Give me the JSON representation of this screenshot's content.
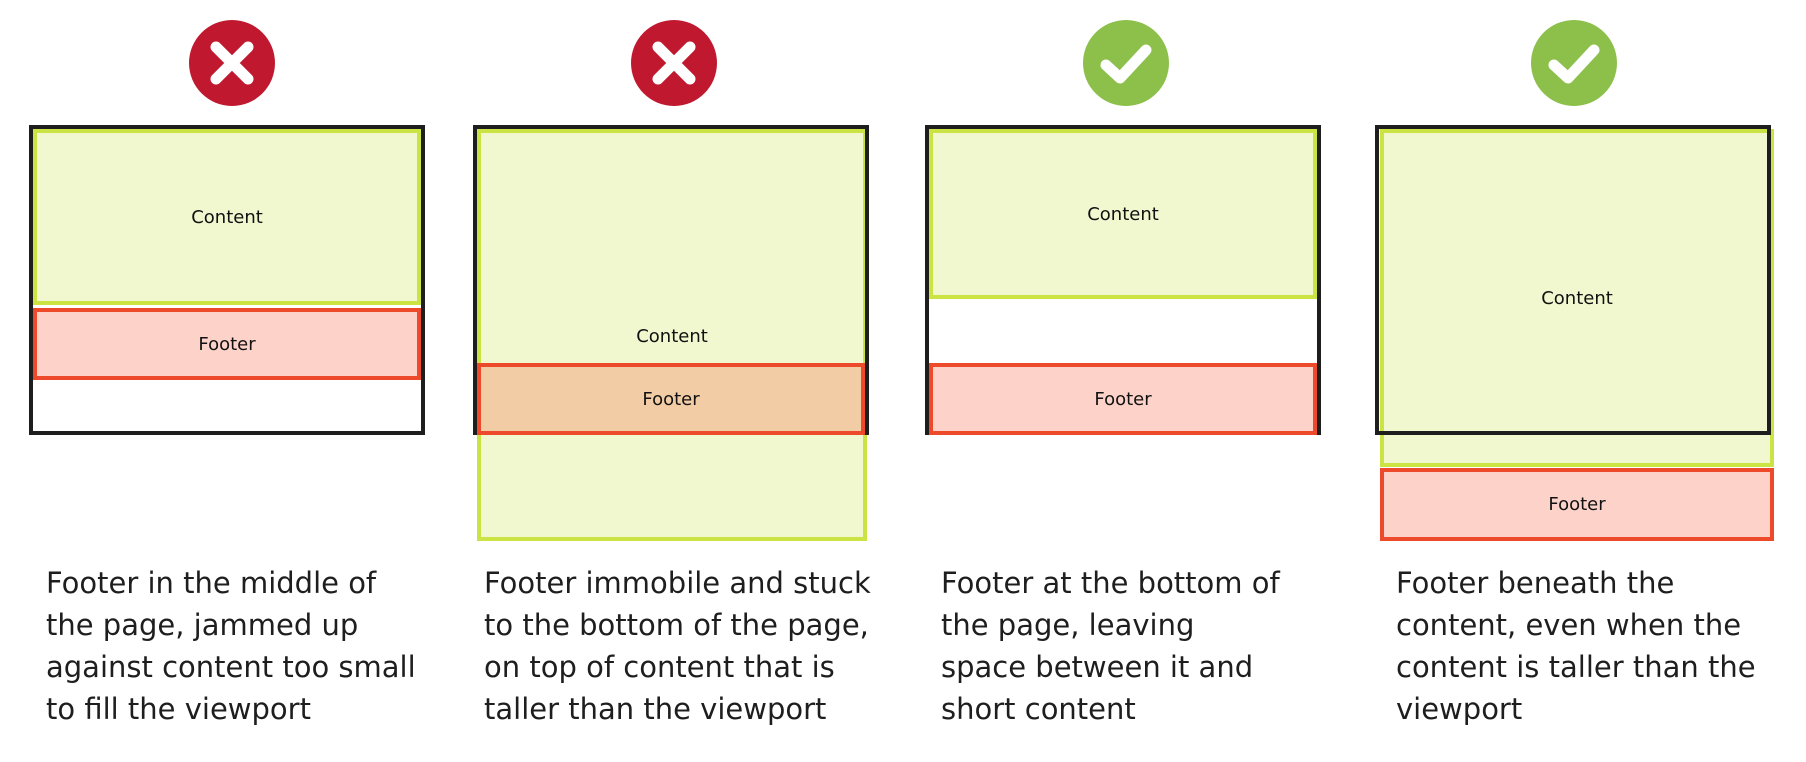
{
  "colors": {
    "bad": "#c0192f",
    "good": "#8cc04b",
    "viewport_border": "#1e1e1e",
    "content_fill": "#f1f8cf",
    "content_border": "#cbe343",
    "footer_fill": "#fdd2c9",
    "footer_overlap_fill": "#f2cca4",
    "footer_border": "#ec4a2b"
  },
  "panels": [
    {
      "status": "bad",
      "status_icon": "cross-icon",
      "content_label": "Content",
      "footer_label": "Footer",
      "caption": "Footer in the middle of the page, jammed up against content too small to fill the viewport"
    },
    {
      "status": "bad",
      "status_icon": "cross-icon",
      "content_label": "Content",
      "footer_label": "Footer",
      "caption": "Footer immobile and stuck to the bottom of the page, on top of content that is taller than the viewport"
    },
    {
      "status": "good",
      "status_icon": "check-icon",
      "content_label": "Content",
      "footer_label": "Footer",
      "caption": "Footer at the bottom of the page, leaving space between it and short content"
    },
    {
      "status": "good",
      "status_icon": "check-icon",
      "content_label": "Content",
      "footer_label": "Footer",
      "caption": "Footer beneath the content, even when the content is taller than the viewport"
    }
  ]
}
